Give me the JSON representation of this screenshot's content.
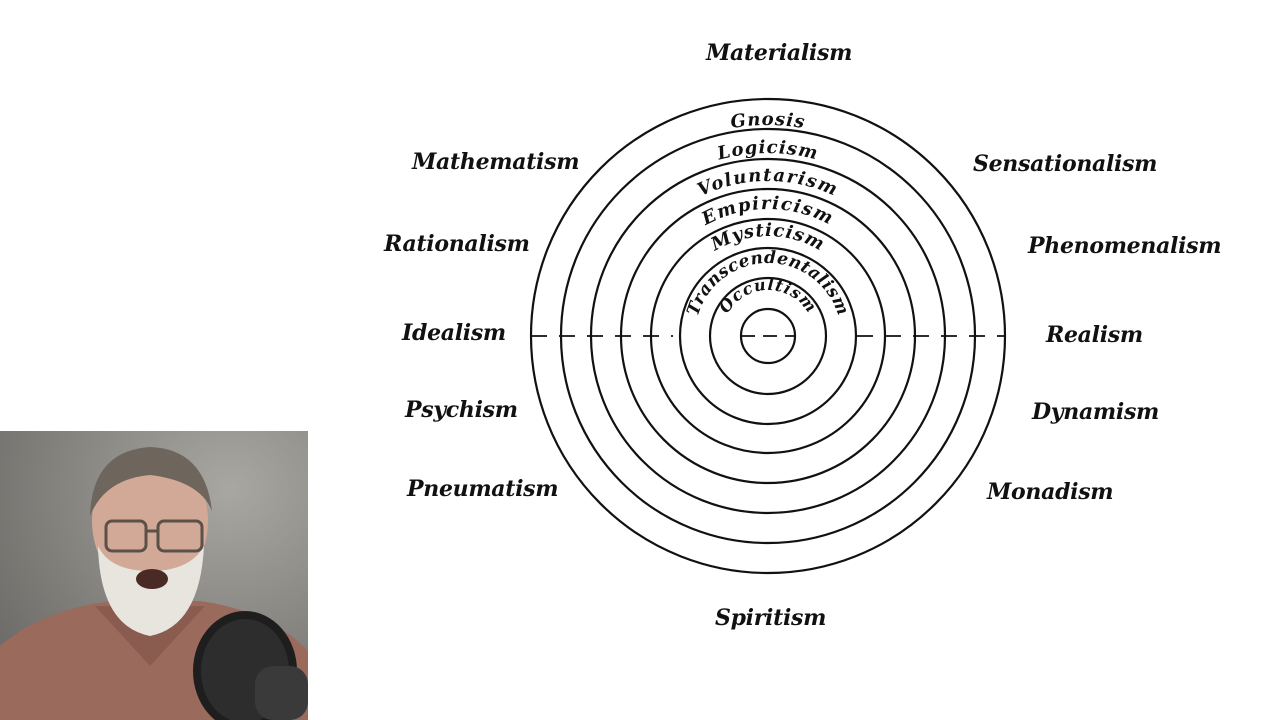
{
  "diagram": {
    "title": "",
    "outer_labels": {
      "top": "Materialism",
      "upper_left": "Mathematism",
      "left_upper": "Rationalism",
      "left": "Idealism",
      "left_lower": "Psychism",
      "lower_left": "Pneumatism",
      "bottom": "Spiritism",
      "upper_right": "Sensationalism",
      "right_upper": "Phenomenalism",
      "right": "Realism",
      "right_lower": "Dynamism",
      "lower_right": "Monadism"
    },
    "rings": [
      "Gnosis",
      "Logicism",
      "Voluntarism",
      "Empiricism",
      "Mysticism",
      "Transcendentalism",
      "Occultism"
    ]
  },
  "presenter": {
    "description_icon": "presenter-webcam-icon"
  }
}
